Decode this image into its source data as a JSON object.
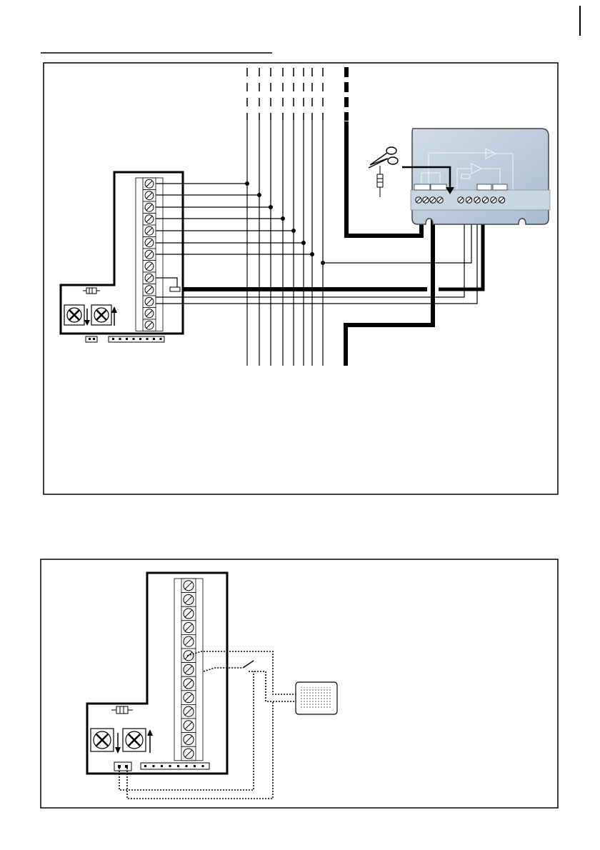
{
  "page": {
    "margin_mark": "",
    "heading": ""
  },
  "diagram_top": {
    "terminal_block_screws": 13,
    "bus_lines": 8,
    "intercom_unit": {
      "terminals_left": 4,
      "terminals_right": 6
    },
    "icons": [
      "scissors-icon",
      "resistor-icon",
      "trimmer-icon",
      "arrow-down-icon",
      "arrow-up-icon"
    ]
  },
  "diagram_bottom": {
    "terminal_block_screws": 13,
    "icons": [
      "speaker-grille-icon",
      "switch-icon",
      "resistor-icon",
      "trimmer-icon",
      "arrow-down-icon",
      "arrow-up-icon"
    ]
  },
  "colors": {
    "line": "#000000",
    "unit_fill": "#b9c8d8",
    "unit_stroke": "#555555",
    "panel_bg": "#ffffff"
  }
}
